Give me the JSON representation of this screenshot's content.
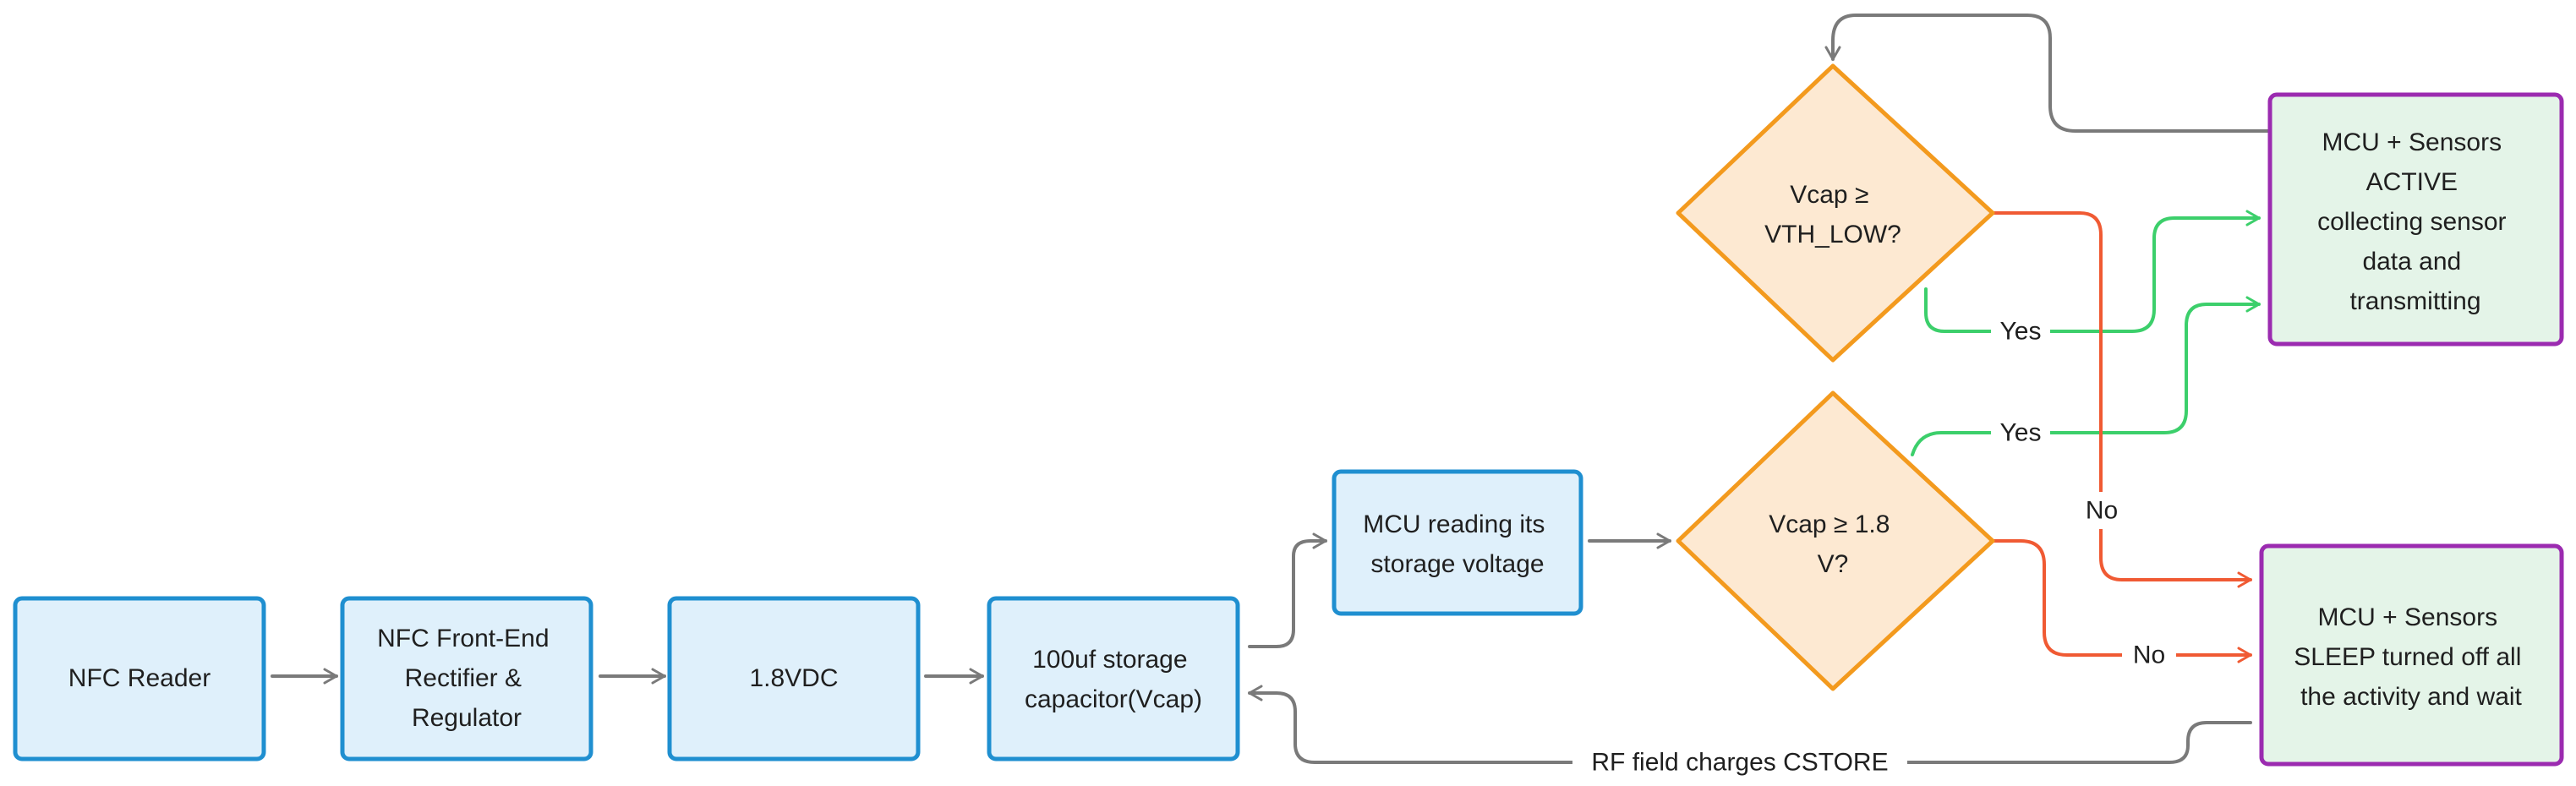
{
  "colors": {
    "process_fill": "#dff0fb",
    "process_stroke": "#1f8fd0",
    "decision_fill": "#fde9d2",
    "decision_stroke": "#f39a1e",
    "state_fill": "#e4f4e8",
    "state_stroke": "#9b2bb0",
    "edge_gray": "#7a7a7a",
    "edge_green": "#3ccf6b",
    "edge_red": "#f05a33"
  },
  "nodes": {
    "nfc_reader": [
      "NFC Reader"
    ],
    "front_end": [
      "NFC Front-End",
      "Rectifier &",
      "Regulator"
    ],
    "vdc": [
      "1.8VDC"
    ],
    "capacitor": [
      "100uf storage",
      "capacitor(Vcap)"
    ],
    "mcu_reading": [
      "MCU reading its",
      "storage voltage"
    ],
    "decision_low": [
      "Vcap ≥",
      "VTH_LOW?"
    ],
    "decision_18": [
      "Vcap ≥ 1.8",
      "V?"
    ],
    "active": [
      "MCU + Sensors",
      "ACTIVE",
      "collecting sensor",
      "data and",
      "transmitting"
    ],
    "sleep": [
      "MCU + Sensors",
      "SLEEP turned off all",
      "the activity and wait"
    ]
  },
  "edge_labels": {
    "yes_low": "Yes",
    "yes_18": "Yes",
    "no_low": "No",
    "no_18": "No",
    "rf_charge": "RF field charges CSTORE"
  }
}
